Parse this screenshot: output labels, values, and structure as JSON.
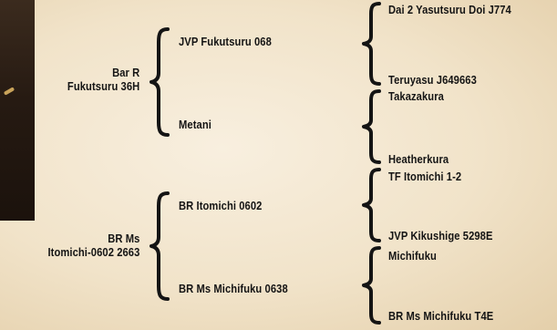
{
  "sire": {
    "name": "Bar R Fukutsuru 36H",
    "name_line1": "Bar R",
    "name_line2": "Fukutsuru 36H",
    "sire": {
      "name": "JVP Fukutsuru 068",
      "sire": "Dai 2 Yasutsuru Doi J774",
      "dam": "Teruyasu J649663"
    },
    "dam": {
      "name": "Metani",
      "sire": "Takazakura",
      "dam": "Heatherkura"
    }
  },
  "dam": {
    "name": "BR Ms Itomichi-0602 2663",
    "name_line1": "BR Ms",
    "name_line2": "Itomichi-0602 2663",
    "sire": {
      "name": "BR Itomichi 0602",
      "sire": "TF Itomichi 1-2",
      "dam": "JVP Kikushige 5298E"
    },
    "dam": {
      "name": "BR Ms Michifuku 0638",
      "sire": "Michifuku",
      "dam": "BR Ms Michifuku T4E"
    }
  }
}
